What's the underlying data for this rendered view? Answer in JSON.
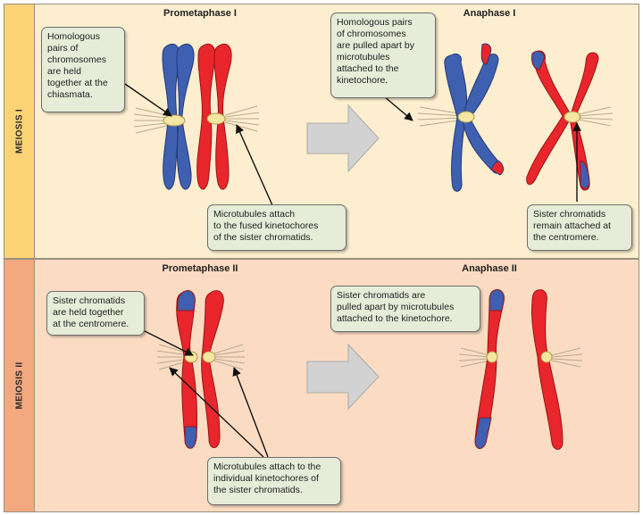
{
  "meiosis1": {
    "side_label": "MEIOSIS I",
    "stage_left": "Prometaphase I",
    "stage_right": "Anaphase I",
    "callout_chiasmata": "Homologous\npairs of\nchromosomes\nare held\ntogether at the\nchiasmata.",
    "callout_pulled": "Homologous pairs\nof chromosomes\nare pulled apart by\nmicrotubules\nattached to the\nkinetochore.",
    "callout_fused": "Microtubules attach\nto the fused kinetochores\nof the sister chromatids.",
    "callout_remain": "Sister chromatids\nremain attached at\nthe centromere."
  },
  "meiosis2": {
    "side_label": "MEIOSIS II",
    "stage_left": "Prometaphase II",
    "stage_right": "Anaphase II",
    "callout_held": "Sister chromatids\nare held together\nat the centromere.",
    "callout_pulled": "Sister chromatids are\npulled apart by microtubules\nattached to the kinetochore.",
    "callout_individual": "Microtubules attach to the\nindividual kinetochores of\nthe sister chromatids."
  },
  "colors": {
    "maternal_red": "#e8262b",
    "paternal_blue": "#3f5fb0",
    "kinetochore": "#f3e6a0",
    "arrow_gray": "#d2d2d2"
  }
}
